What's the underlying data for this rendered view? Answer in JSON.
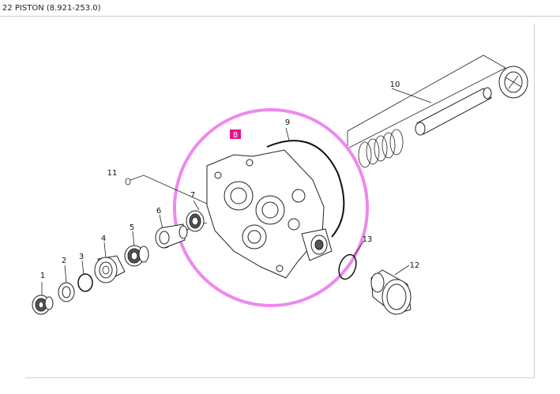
{
  "header": {
    "title": "22 PISTON (8.921-253.0)"
  },
  "colors": {
    "highlight_ring": "#ee88ee",
    "selected_badge": "#e8118a",
    "line": "#222222"
  },
  "callouts": [
    "1",
    "2",
    "3",
    "4",
    "5",
    "6",
    "7",
    "8",
    "9",
    "10",
    "11",
    "12",
    "13"
  ],
  "selected_callout": "8"
}
